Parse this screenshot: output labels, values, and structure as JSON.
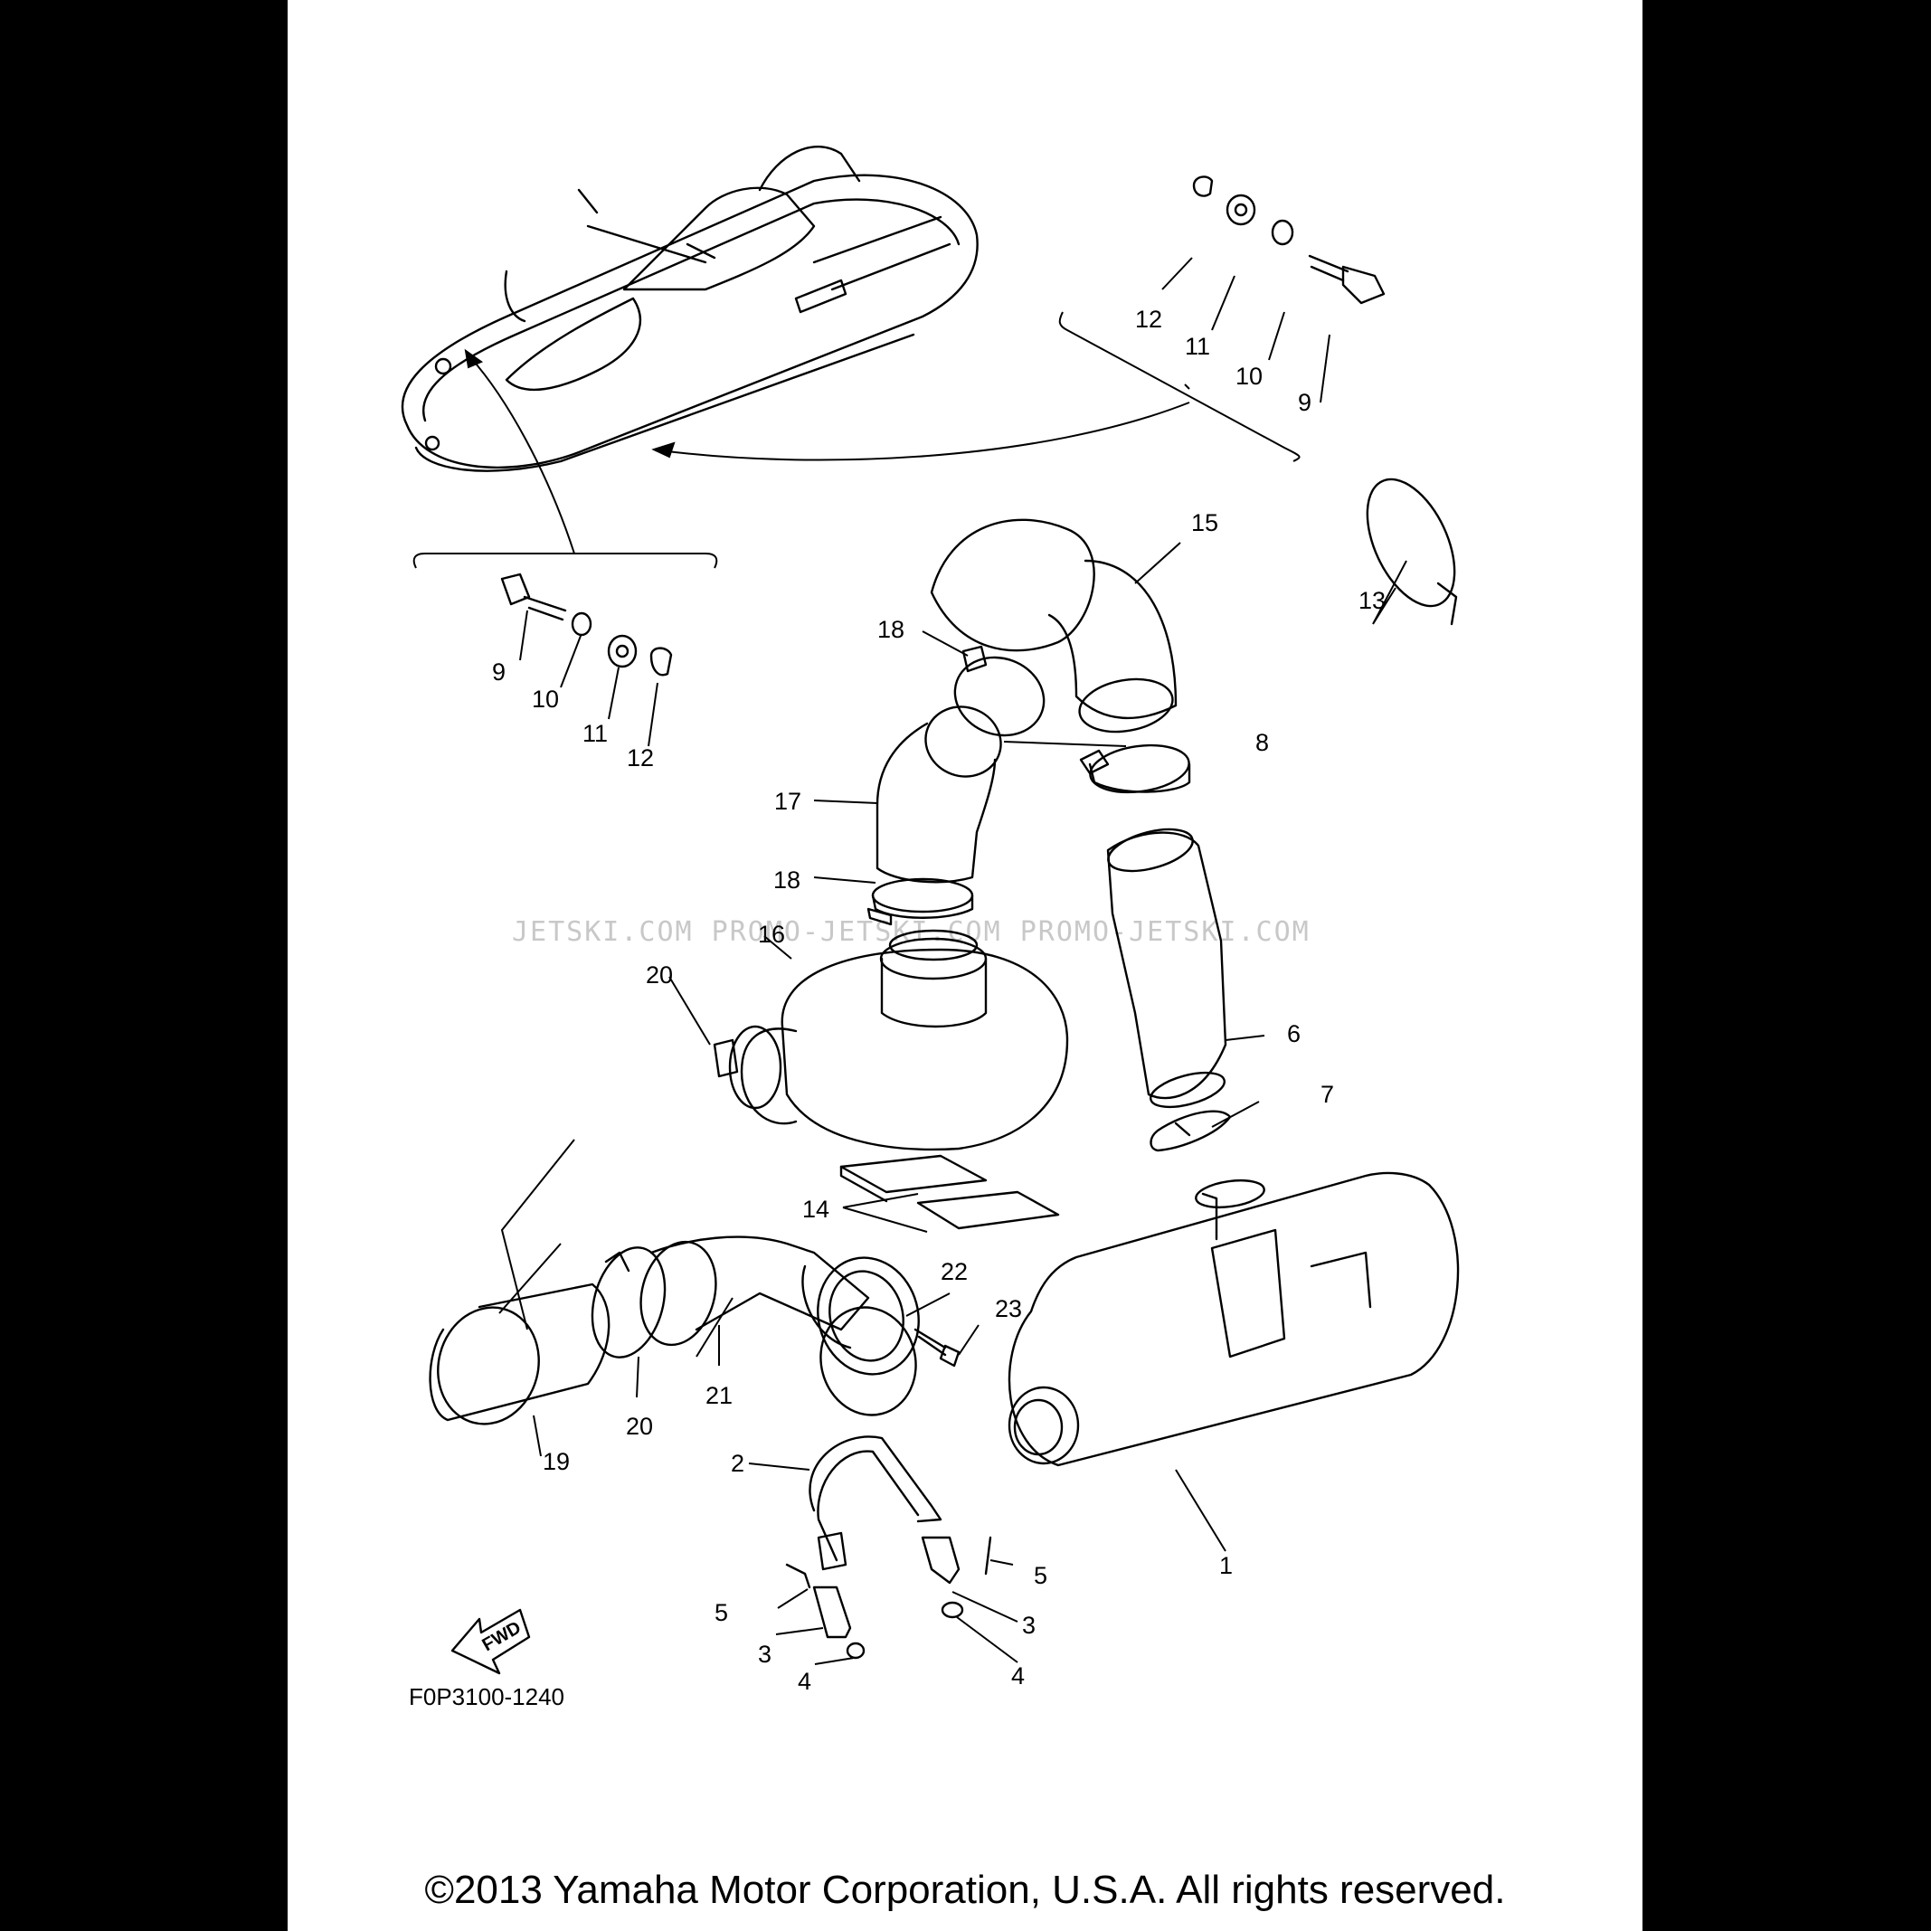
{
  "diagram": {
    "drawing_code": "F0P3100-1240",
    "fwd_label": "FWD",
    "watermark": "JETSKI.COM   PROMO-JETSKI.COM   PROMO-JETSKI.COM",
    "copyright": "©2013 Yamaha Motor Corporation, U.S.A. All rights reserved.",
    "callouts": {
      "c1": "1",
      "c2": "2",
      "c3a": "3",
      "c3b": "3",
      "c4a": "4",
      "c4b": "4",
      "c5a": "5",
      "c5b": "5",
      "c6": "6",
      "c7": "7",
      "c8": "8",
      "c9a": "9",
      "c9b": "9",
      "c10a": "10",
      "c10b": "10",
      "c11a": "11",
      "c11b": "11",
      "c12a": "12",
      "c12b": "12",
      "c13": "13",
      "c14": "14",
      "c15": "15",
      "c16": "16",
      "c17": "17",
      "c18a": "18",
      "c18b": "18",
      "c19": "19",
      "c20a": "20",
      "c20b": "20",
      "c21": "21",
      "c22": "22",
      "c23": "23"
    }
  }
}
